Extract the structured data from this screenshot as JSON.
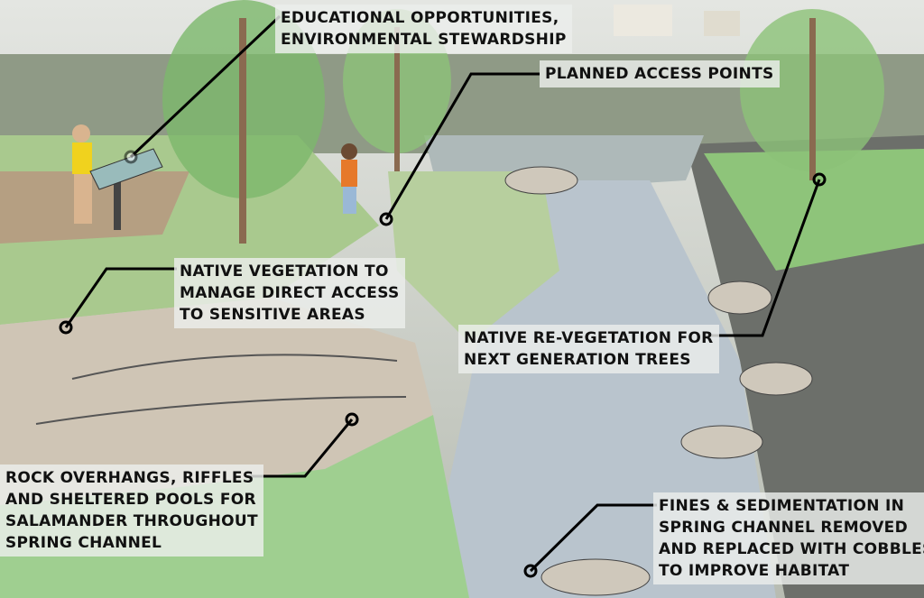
{
  "callouts": {
    "education": [
      "EDUCATIONAL OPPORTUNITIES,",
      "ENVIRONMENTAL STEWARDSHIP"
    ],
    "access": [
      "PLANNED ACCESS POINTS"
    ],
    "vegetation": [
      "NATIVE VEGETATION TO",
      "MANAGE DIRECT ACCESS",
      "TO SENSITIVE AREAS"
    ],
    "revegetation": [
      "NATIVE RE-VEGETATION FOR",
      "NEXT GENERATION TREES"
    ],
    "rock": [
      "ROCK OVERHANGS, RIFFLES",
      "AND SHELTERED POOLS FOR",
      "SALAMANDER THROUGHOUT",
      "SPRING CHANNEL"
    ],
    "fines": [
      "FINES & SEDIMENTATION IN",
      "SPRING CHANNEL REMOVED",
      "AND REPLACED WITH COBBLES",
      "TO IMPROVE HABITAT"
    ]
  },
  "colors": {
    "grass": "#7fc47a",
    "water": "#b8c4cc",
    "rock": "#cfc8bb",
    "sky": "#e6e8e4",
    "dark": "#5d5f5c"
  }
}
